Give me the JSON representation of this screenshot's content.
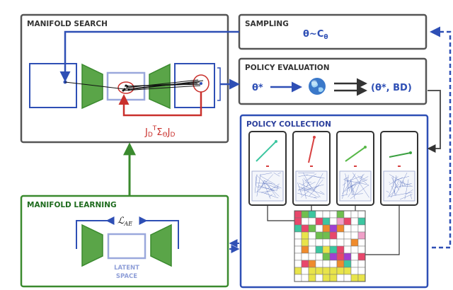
{
  "panels": {
    "manifold_search": "MANIFOLD SEARCH",
    "sampling": "SAMPLING",
    "policy_evaluation": "POLICY EVALUATION",
    "policy_collection": "POLICY COLLECTION",
    "manifold_learning": "MANIFOLD LEARNING"
  },
  "formulas": {
    "sampling": "θ~C",
    "sampling_sub": "θ",
    "theta_star": "θ*",
    "result": "(θ*, BD)",
    "jacobian_j1": "J",
    "jacobian_j1_sub": "D",
    "jacobian_sup": "T",
    "jacobian_sigma": "Σ",
    "jacobian_sigma_sub": "Θ",
    "jacobian_j2": "J",
    "jacobian_j2_sub": "D",
    "loss": "ℒ",
    "loss_sub": "AE"
  },
  "latent": {
    "line1": "LATENT",
    "line2": "SPACE"
  },
  "colors": {
    "gray": "#555555",
    "blue": "#2e4fb5",
    "green": "#3a8a2e",
    "green_fill": "#5aa548",
    "red": "#c9302c",
    "latent": "#9aa8dc"
  },
  "policy_cards": [
    {
      "arm_color": "#3cc6a0"
    },
    {
      "arm_color": "#d84040"
    },
    {
      "arm_color": "#58b848"
    },
    {
      "arm_color": "#3aa040"
    }
  ]
}
